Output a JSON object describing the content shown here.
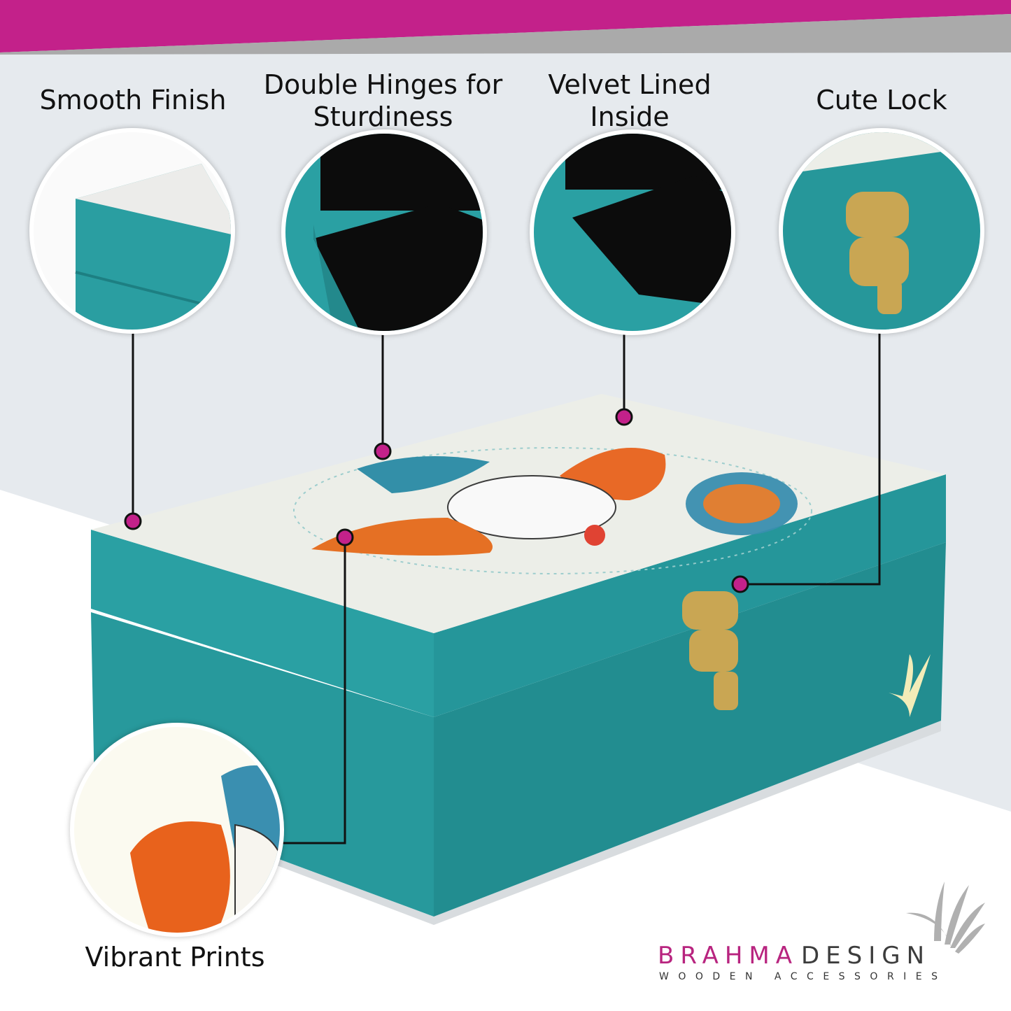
{
  "features": {
    "smooth_finish": "Smooth Finish",
    "double_hinges_line1": "Double Hinges for",
    "double_hinges_line2": "Sturdiness",
    "velvet_lined_line1": "Velvet Lined",
    "velvet_lined_line2": "Inside",
    "cute_lock": "Cute Lock",
    "vibrant_prints": "Vibrant Prints"
  },
  "brand": {
    "name_part1": "BRAHMA",
    "name_part2": "DESIGN",
    "tagline": "WOODEN ACCESSORIES"
  },
  "colors": {
    "accent": "#c3218a",
    "teal": "#26979a",
    "lid": "#ecefe8",
    "gray": "#aaaaaa"
  }
}
